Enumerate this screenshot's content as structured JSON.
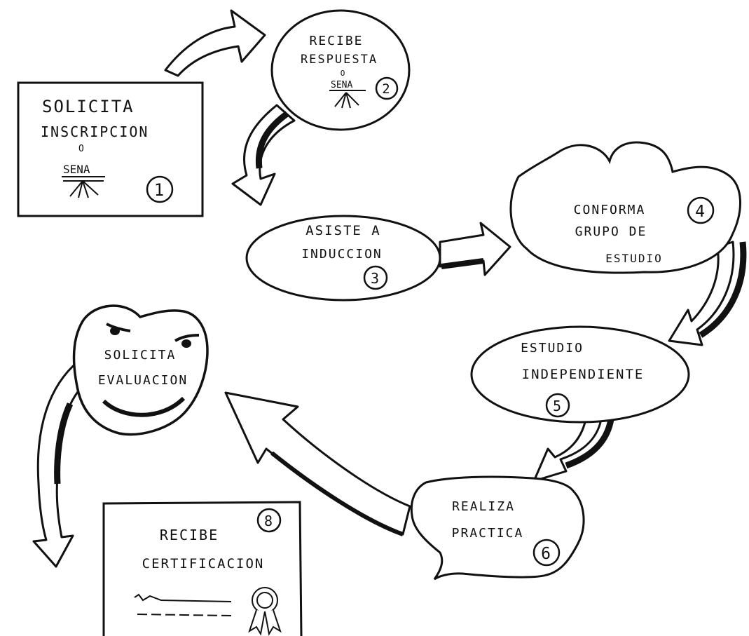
{
  "steps": [
    {
      "id": 1,
      "number": "1",
      "lines": [
        "SOLICITA",
        "INSCRIPCION"
      ],
      "connector": "O",
      "logo_text": "SENA"
    },
    {
      "id": 2,
      "number": "2",
      "lines": [
        "RECIBE",
        "RESPUESTA"
      ],
      "connector": "O",
      "logo_text": "SENA"
    },
    {
      "id": 3,
      "number": "3",
      "lines": [
        "ASISTE A",
        "INDUCCION"
      ]
    },
    {
      "id": 4,
      "number": "4",
      "lines": [
        "CONFORMA",
        "GRUPO DE",
        "ESTUDIO"
      ]
    },
    {
      "id": 5,
      "number": "5",
      "lines": [
        "ESTUDIO",
        "INDEPENDIENTE"
      ]
    },
    {
      "id": 6,
      "number": "6",
      "lines": [
        "REALIZA",
        "PRACTICA"
      ]
    },
    {
      "id": 7,
      "lines": [
        "SOLICITA",
        "EVALUACION"
      ]
    },
    {
      "id": 8,
      "number": "8",
      "lines": [
        "RECIBE",
        "CERTIFICACION"
      ]
    }
  ],
  "colors": {
    "ink": "#111111",
    "paper": "#ffffff"
  }
}
